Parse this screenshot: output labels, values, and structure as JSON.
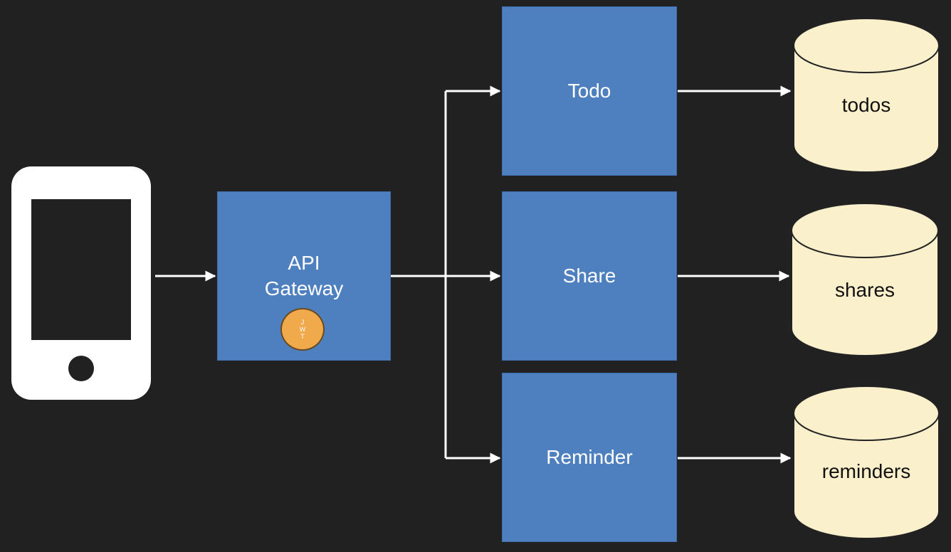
{
  "gateway": {
    "label": "API\nGateway",
    "badge_letters": [
      "J",
      "W",
      "T"
    ]
  },
  "services": [
    {
      "label": "Todo"
    },
    {
      "label": "Share"
    },
    {
      "label": "Reminder"
    }
  ],
  "databases": [
    {
      "label": "todos"
    },
    {
      "label": "shares"
    },
    {
      "label": "reminders"
    }
  ],
  "colors": {
    "background": "#212121",
    "service_box": "#4e80bf",
    "database_fill": "#fbf0cc",
    "jwt_badge": "#f0a94b",
    "connector": "#ffffff"
  },
  "icons": {
    "client": "smartphone-icon",
    "token": "jwt-badge-icon"
  }
}
